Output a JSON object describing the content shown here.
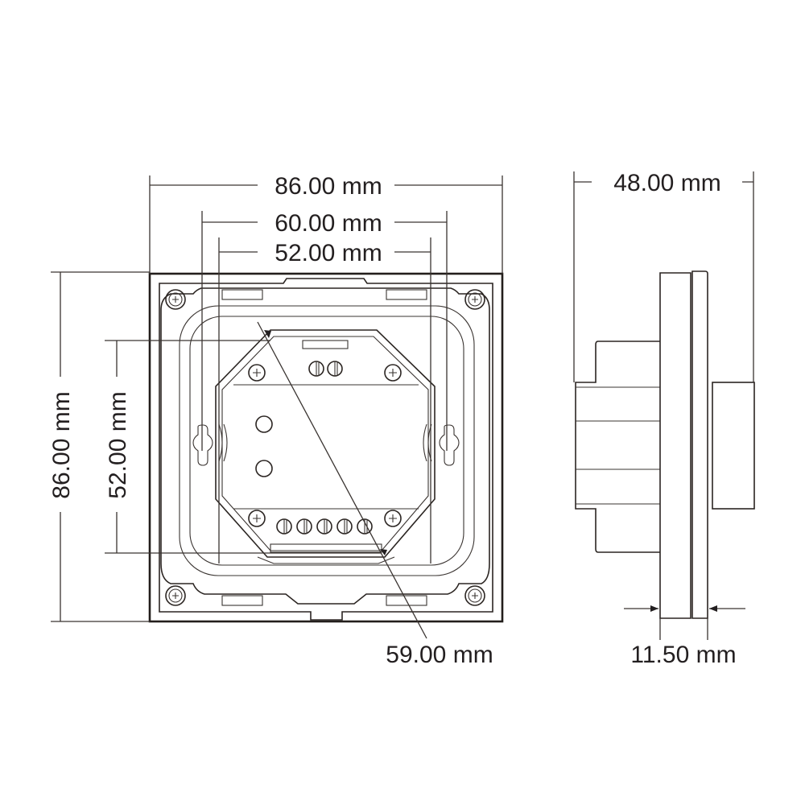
{
  "drawing": {
    "front_view": {
      "overall_width": "86.00 mm",
      "mounting_hole_spacing_outer": "60.00 mm",
      "body_width": "52.00 mm",
      "overall_height": "86.00 mm",
      "body_height": "52.00 mm",
      "diagonal": "59.00 mm"
    },
    "side_view": {
      "overall_depth": "48.00 mm",
      "front_plate_thickness": "11.50 mm"
    }
  },
  "colors": {
    "line": "#2b2522",
    "text": "#231f20",
    "background": "#ffffff"
  }
}
